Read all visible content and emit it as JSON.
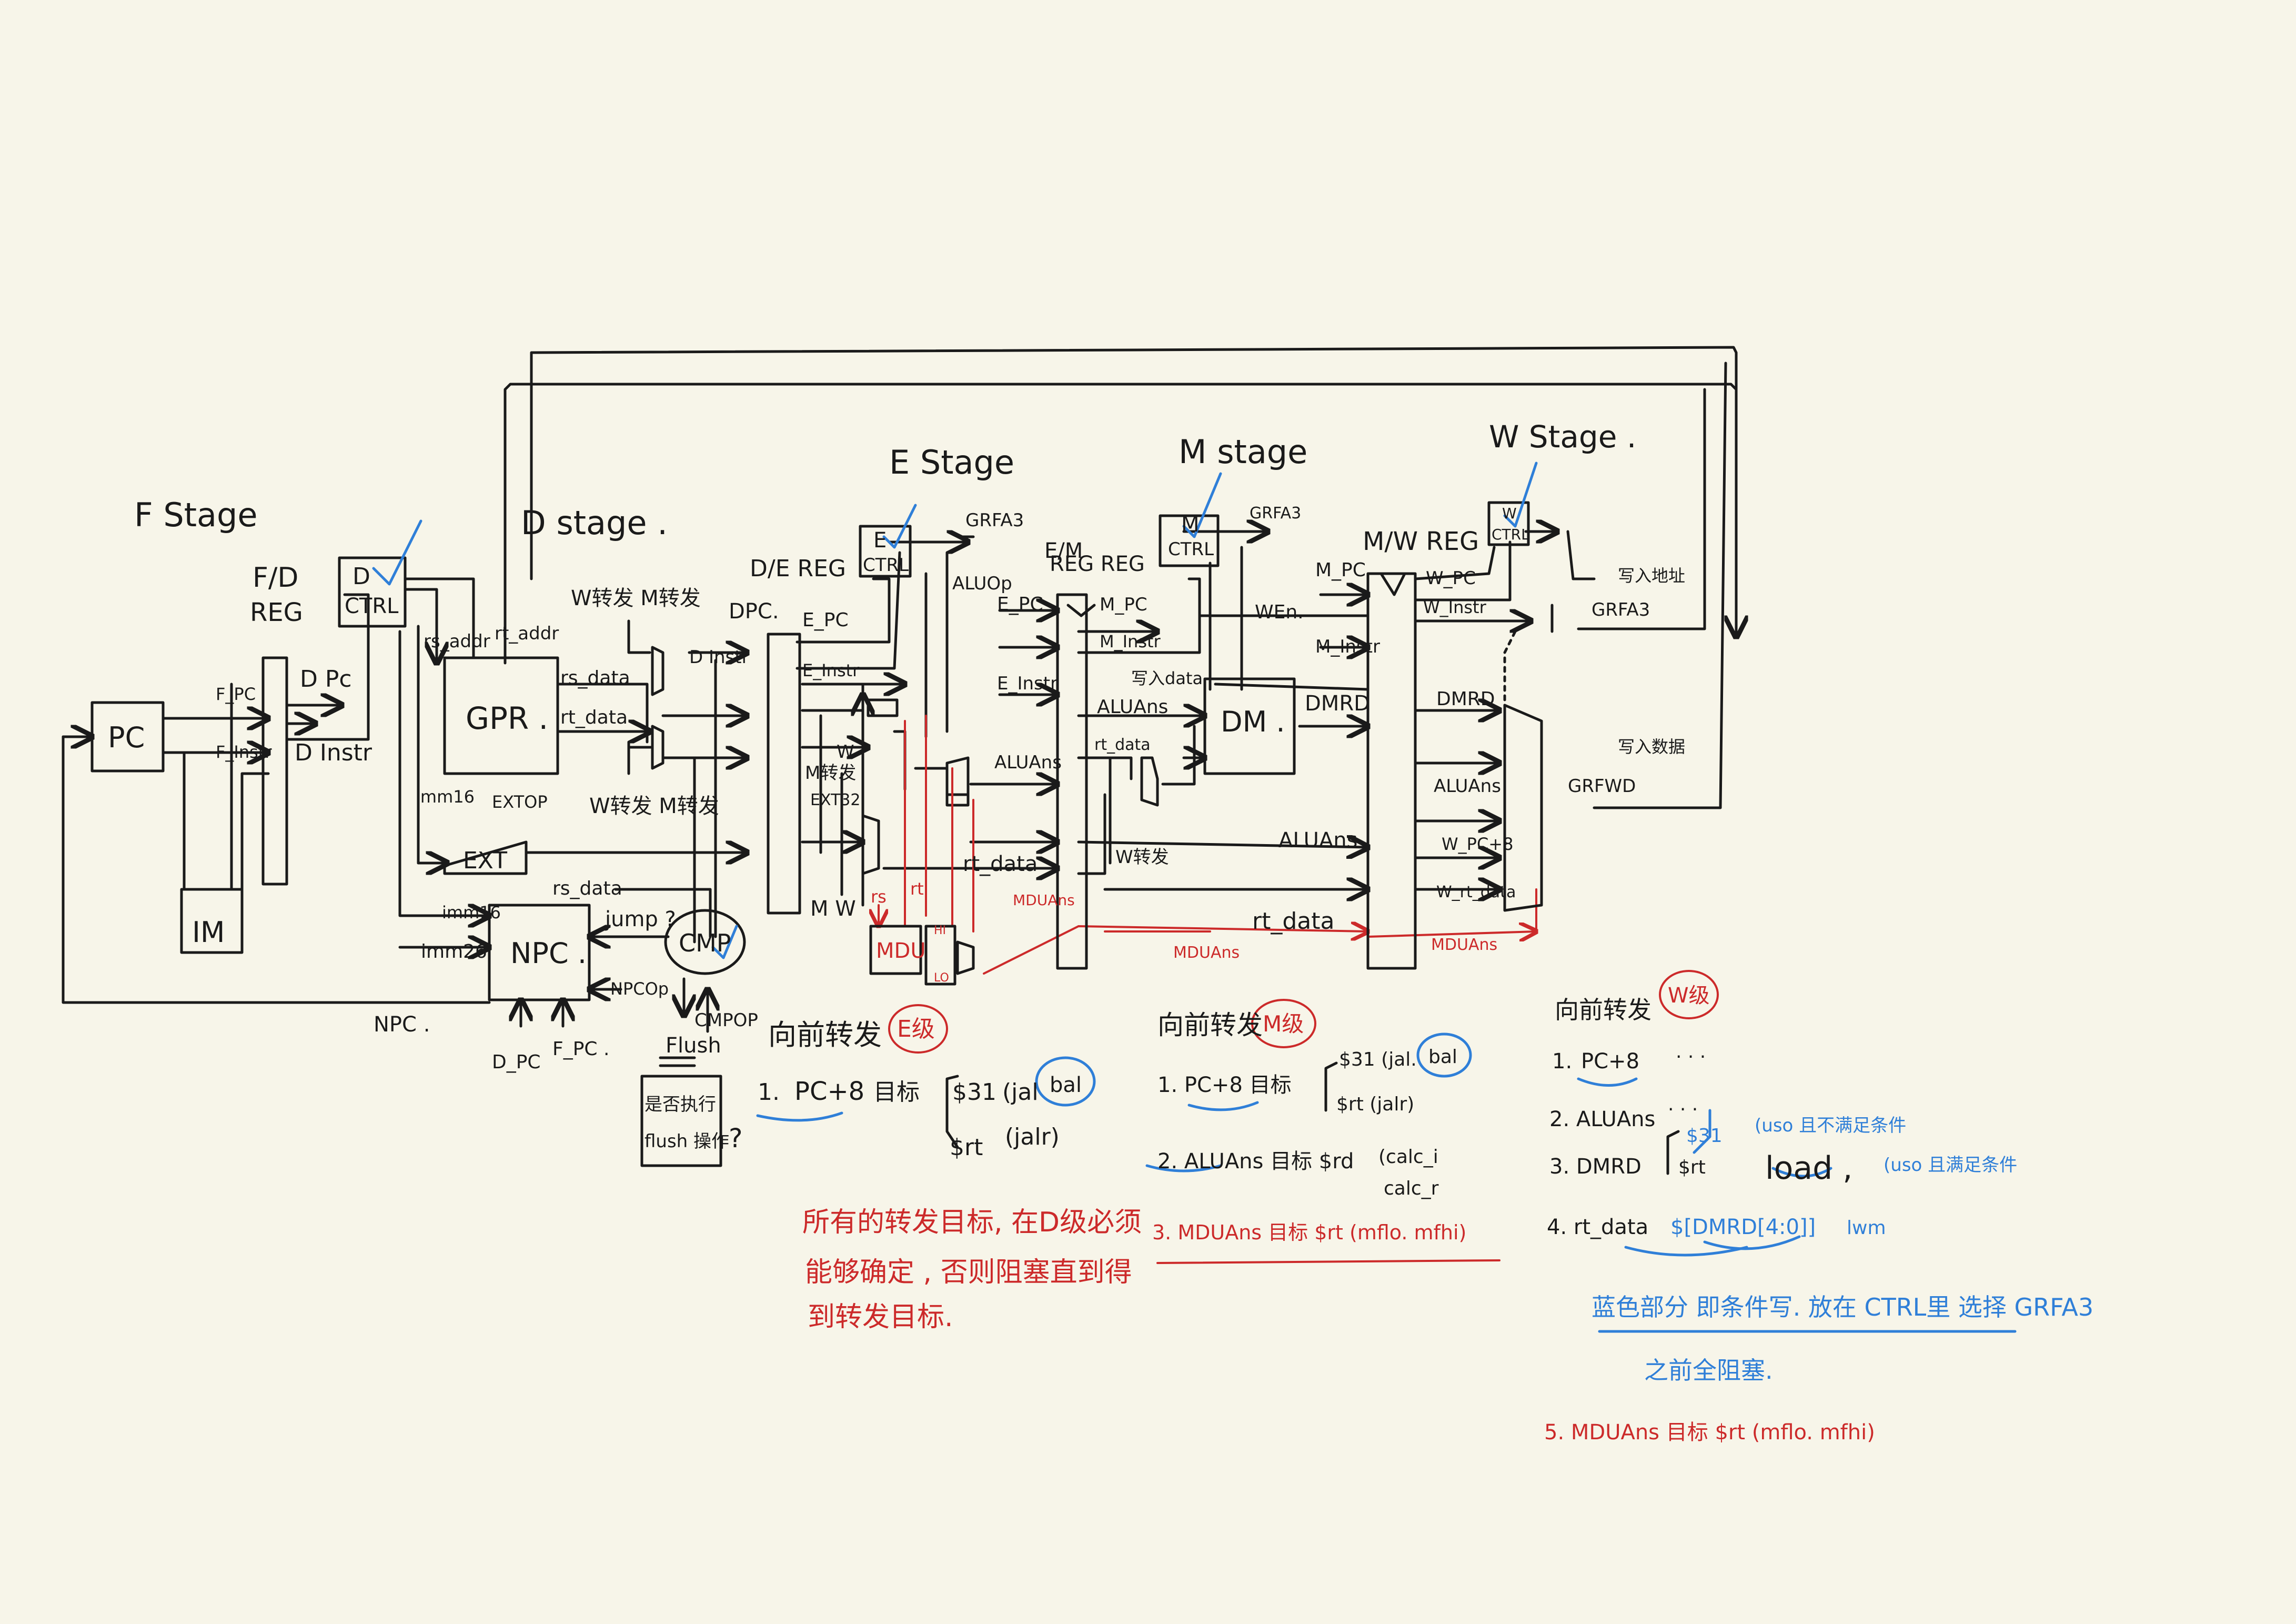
{
  "stages": {
    "f_stage": "F    Stage",
    "d_stage": "D    stage .",
    "e_stage": "E    Stage",
    "m_stage": "M stage",
    "w_stage": "W Stage ."
  },
  "regs": {
    "fd_reg_1": "F/D",
    "fd_reg_2": "REG",
    "de_reg": "D/E  REG",
    "em_reg_1": "E/M",
    "em_reg_2": "REG    REG",
    "mw_reg": "M/W  REG"
  },
  "blocks": {
    "pc": "PC",
    "im": "IM",
    "gpr": "GPR .",
    "ext": "EXT",
    "npc": "NPC .",
    "cmp": "CMP",
    "dm": "DM .",
    "mdu": "MDU"
  },
  "ctrl": {
    "d_ctrl_1": "D",
    "d_ctrl_2": "CTRL",
    "e_ctrl_1": "E",
    "e_ctrl_2": "CTRL",
    "m_ctrl_1": "M",
    "m_ctrl_2": "CTRL",
    "w_ctrl_1": "W",
    "w_ctrl_2": "CTRL"
  },
  "signals": {
    "f_pc": "F_PC",
    "f_instr": "F_Instr",
    "d_pc": "D Pc",
    "d_instr": "D Instr",
    "rs_addr": "rs_addr",
    "rt_addr": "rt_addr",
    "rs_data": "rs_data",
    "rt_data": "rt_data",
    "w_fwd_1": "W转发  M转发",
    "w_fwd_2": "W转发  M转发",
    "imm16": "imm16",
    "extop": "EXTOP",
    "imm16_npc": "imm16",
    "imm26": "imm26",
    "rs_data_npc": "rs_data",
    "jump": "jump ?",
    "npcop": "NPCOp",
    "npc_out": "NPC .",
    "d_pc_bot": "D_PC",
    "f_pc_bot": "F_PC .",
    "cmpop": "CMPOP",
    "flush": "Flush",
    "flush_q_1": "是否执行",
    "flush_q_2": "flush 操作",
    "flush_q_mark": "?",
    "grfa3_e": "GRFA3",
    "aluop": "ALUOp",
    "d2_pc": "DPC.",
    "d2_instr": "D Instr",
    "e_pc": "E_PC",
    "e_instr": "E_Instr",
    "m_fwd_e": "M转发",
    "w_e": "W",
    "ext32": "EXT32",
    "aluans_e": "ALUAns",
    "rt_data_e": "rt_data",
    "m_w": "M  W",
    "rs_red": "rs",
    "rt_red": "rt",
    "hi": "HI",
    "lo": "LO",
    "mduans_e": "MDUAns",
    "e_pc_2": "E_PC",
    "e_instr_2": "E_Instr",
    "grfa3_m": "GRFA3",
    "m_pc": "M_PC",
    "m_instr": "M_Instr",
    "wen": "WEn.",
    "write_data": "写入data",
    "aluans_m": "ALUAns",
    "rt_data_m": "rt_data",
    "w_fwd_m": "W转发",
    "aluans_m2": "ALUAns",
    "rt_data_m2": "rt_data",
    "mduans_m": "MDUAns",
    "dmrd": "DMRD",
    "m_pc_w": "M_PC",
    "m_instr_w": "M_Instr",
    "w_pc": "W_PC",
    "w_instr": "W_Instr",
    "dmrd_w": "DMRD",
    "aluans_w": "ALUAns",
    "w_pc8": "W_PC+8",
    "w_rt_data": "W_rt_data",
    "mduans_w": "MDUAns",
    "write_addr": "写入地址",
    "grfa3_w": "GRFA3",
    "write_data_w": "写入数据",
    "grfwd": "GRFWD"
  },
  "fwd_e": {
    "title": "向前转发",
    "badge": "E级",
    "item1_num": "1.",
    "item1_src": "PC+8",
    "item1_tgt": "目标",
    "item1_r31": "$31",
    "item1_jal": "(jal",
    "item1_bal": "bal",
    "item1_rt": "$rt",
    "item1_jalr": "(jalr)"
  },
  "fwd_m": {
    "title": "向前转发",
    "badge": "M级",
    "item1": "1.  PC+8    目标",
    "item1_r31": "$31 (jal.",
    "item1_bal": "bal",
    "item1_rt": "$rt   (jalr)",
    "item2": "2.  ALUAns    目标  $rd",
    "item2_calc": "(calc_i",
    "item2_calc2": "calc_r",
    "item3": "3.  MDUAns    目标  $rt  (mflo. mfhi)"
  },
  "fwd_w": {
    "title": "向前转发",
    "badge": "W级",
    "item1_num": "1.",
    "item1_src": "PC+8",
    "item1_dots": "· · ·",
    "item2": "2.  ALUAns",
    "item2_dots": "· · ·",
    "item3": "3.  DMRD",
    "item3_r31": "$31",
    "item3_rt": "$rt",
    "item3_load": "load ,",
    "item3_note1": "(uso 且不满足条件",
    "item3_note2": "(uso 且满足条件",
    "item4": "4.  rt_data",
    "item4_expr": "$[DMRD[4:0]]",
    "item4_lwm": "lwm",
    "blue_note_1": "蓝色部分 即条件写. 放在 CTRL里 选择 GRFA3",
    "blue_note_2": "之前全阻塞.",
    "item5": "5.   MDUAns       目标  $rt  (mflo. mfhi)"
  },
  "note_red": {
    "line1": "所有的转发目标, 在D级必须",
    "line2": "能够确定 , 否则阻塞直到得",
    "line3": "到转发目标."
  }
}
